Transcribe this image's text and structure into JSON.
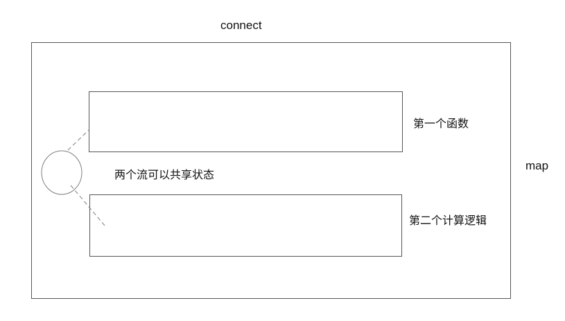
{
  "diagram": {
    "title": "connect",
    "outer_label": "map",
    "center_note": "两个流可以共享状态",
    "boxes": [
      {
        "label": "第一个函数"
      },
      {
        "label": "第二个计算逻辑"
      }
    ]
  },
  "colors": {
    "box_stroke": "#545454",
    "connector_stroke": "#7d7d7d",
    "text_color": "#111111",
    "bg": "#ffffff"
  }
}
